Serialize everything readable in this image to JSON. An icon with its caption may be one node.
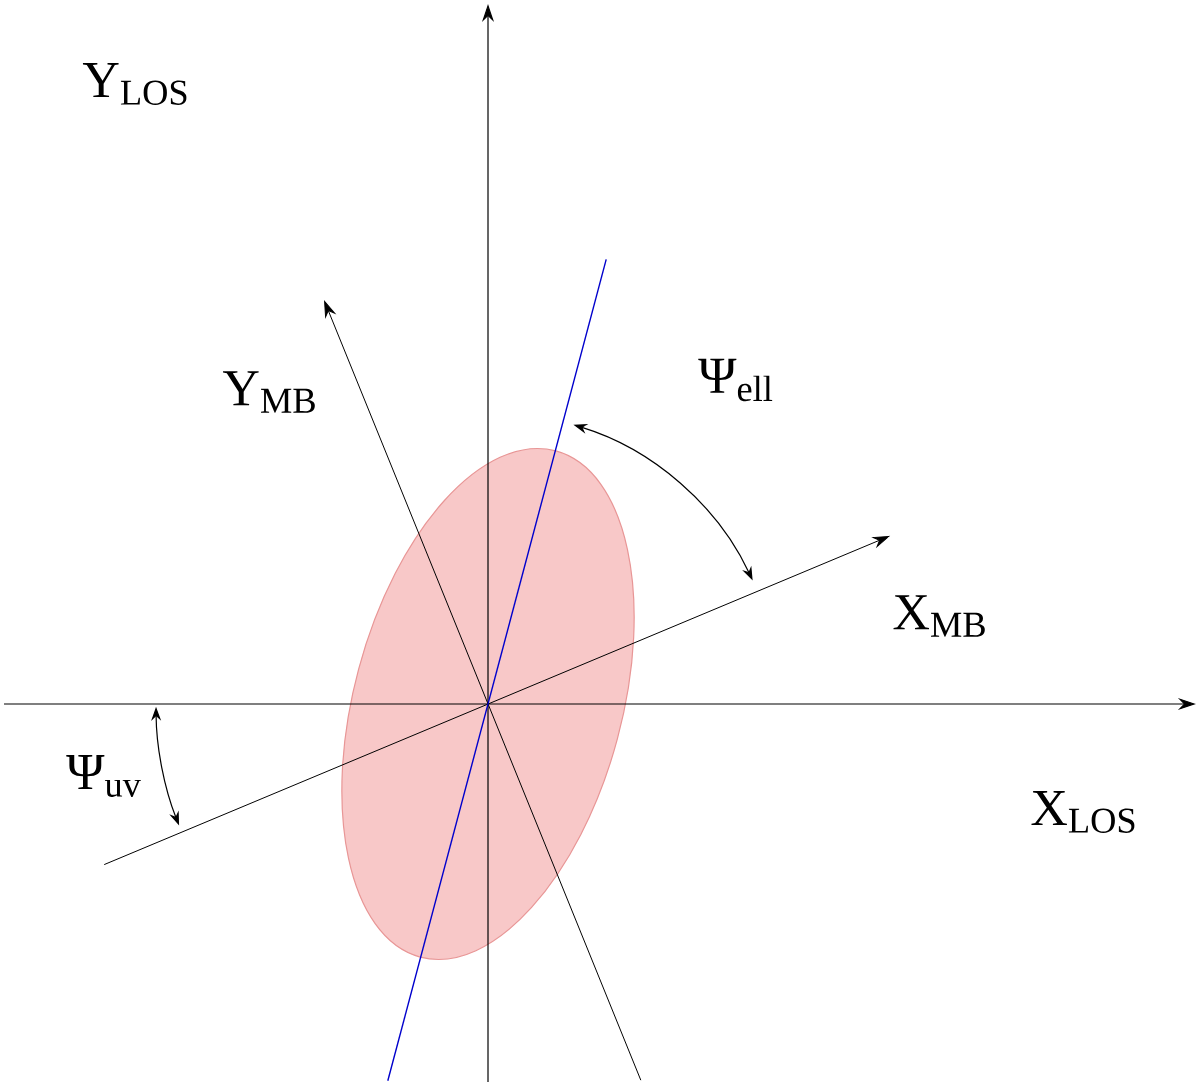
{
  "diagram": {
    "nodes": [
      {
        "text": [],
        "shape": "ellipse"
      }
    ],
    "labels": [
      "Y$_{LOS}$",
      "Ψ$_{ell}$",
      "Y$_{MB}$",
      "X$_{MB}$",
      "Ψ$_{uv}$",
      "X$_{LOS}$"
    ]
  }
}
